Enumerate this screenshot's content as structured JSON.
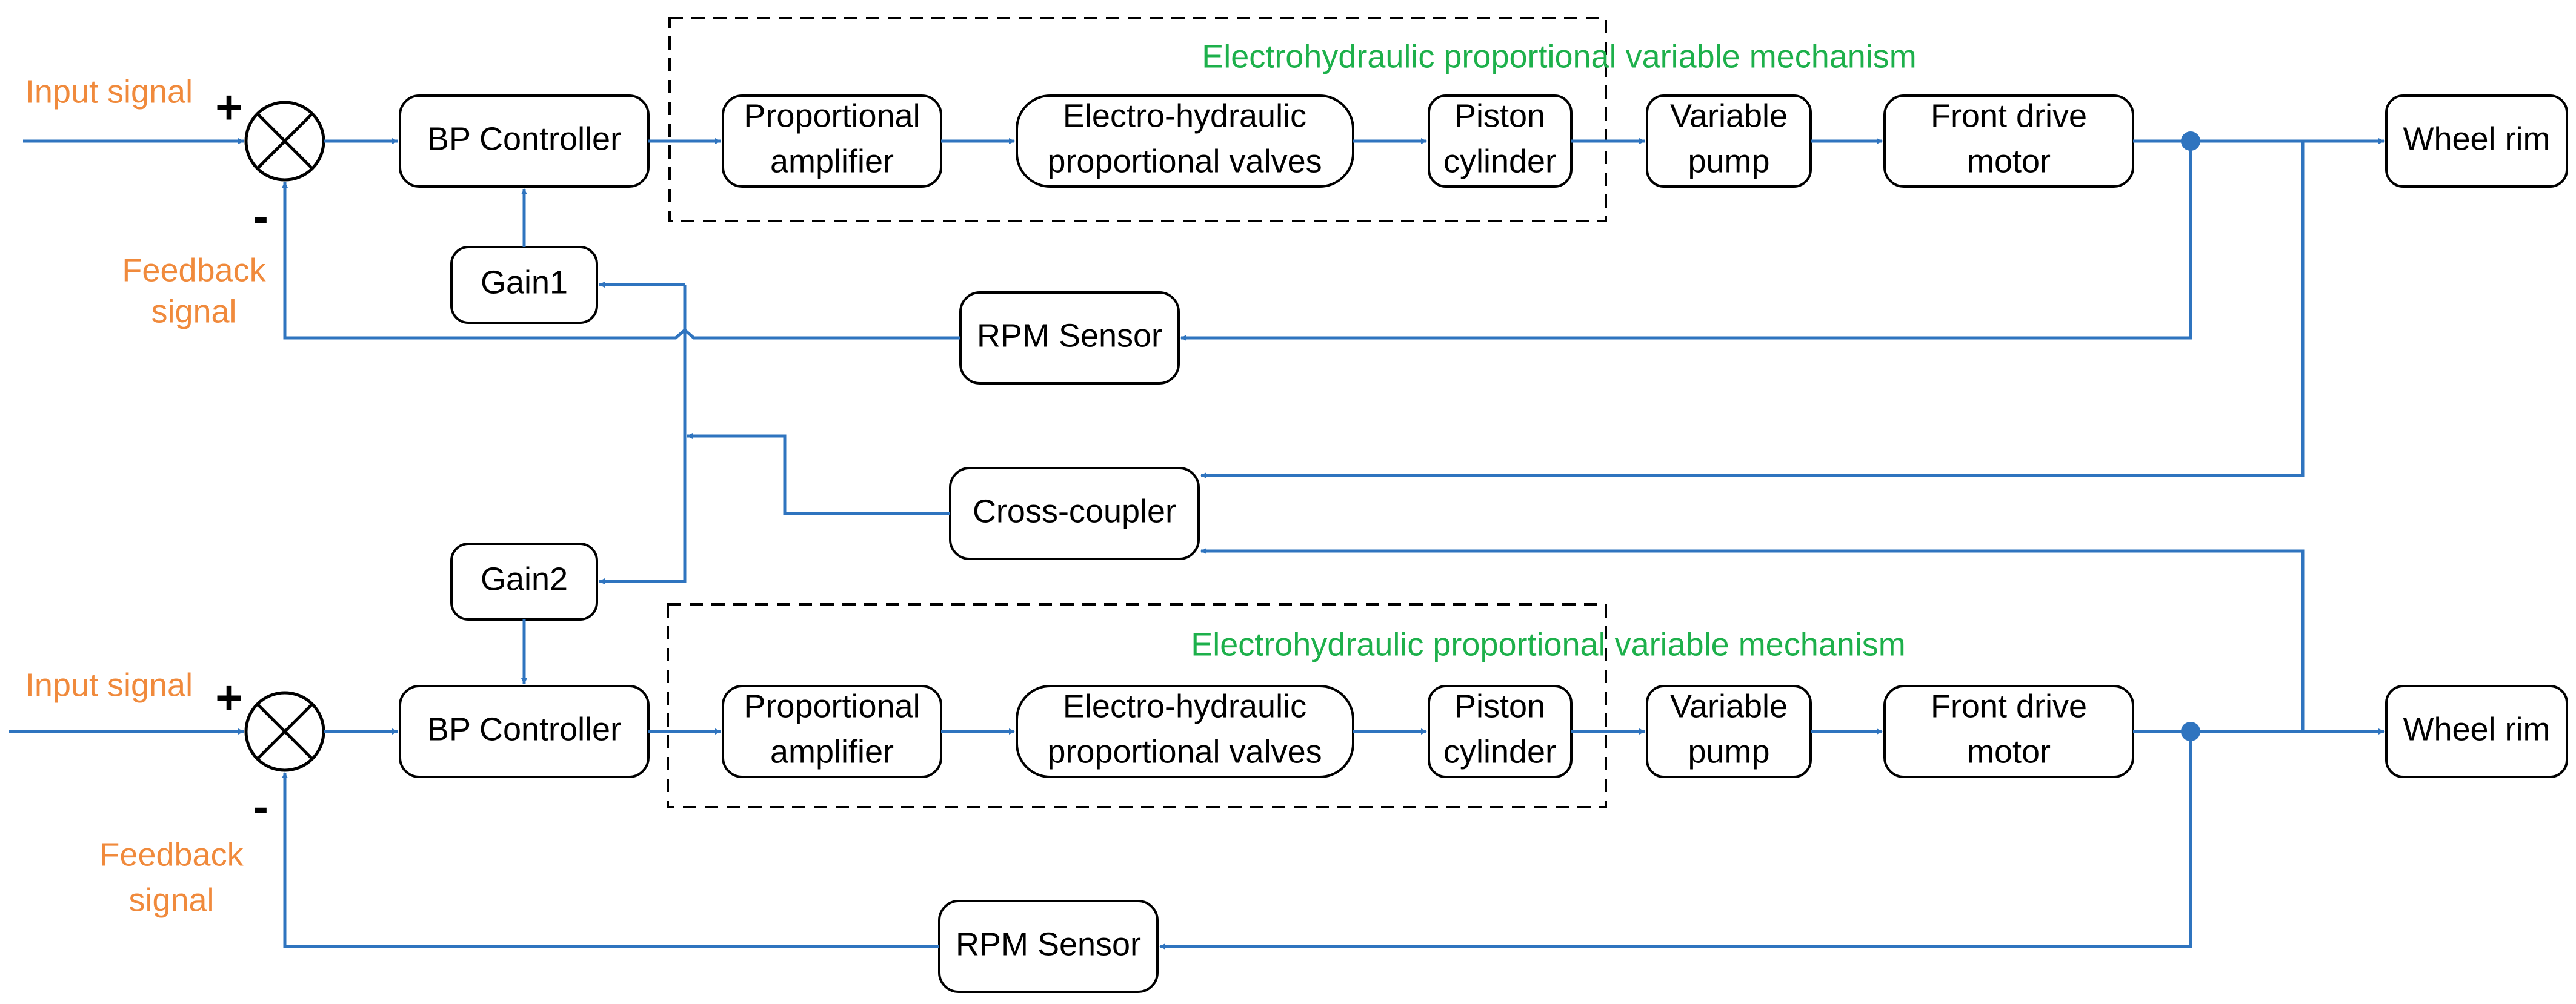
{
  "colors": {
    "wire": "#2f74bf",
    "signal_label": "#f08a3c",
    "mechanism_label": "#1db04b",
    "block_border": "#000000"
  },
  "signs": {
    "plus": "+",
    "minus": "-"
  },
  "upper": {
    "input_label": "Input signal",
    "feedback_line1": "Feedback",
    "feedback_line2": "signal",
    "controller": "BP Controller",
    "mechanism_title": "Electrohydraulic proportional variable mechanism",
    "amp_line1": "Proportional",
    "amp_line2": "amplifier",
    "valve_line1": "Electro-hydraulic",
    "valve_line2": "proportional valves",
    "piston_line1": "Piston",
    "piston_line2": "cylinder",
    "pump_line1": "Variable",
    "pump_line2": "pump",
    "motor_line1": "Front drive",
    "motor_line2": "motor",
    "wheel": "Wheel rim",
    "sensor": "RPM Sensor",
    "gain": "Gain1"
  },
  "middle": {
    "coupler": "Cross-coupler"
  },
  "lower": {
    "input_label": "Input signal",
    "feedback_line1": "Feedback",
    "feedback_line2": "signal",
    "controller": "BP Controller",
    "mechanism_title": "Electrohydraulic proportional variable mechanism",
    "amp_line1": "Proportional",
    "amp_line2": "amplifier",
    "valve_line1": "Electro-hydraulic",
    "valve_line2": "proportional valves",
    "piston_line1": "Piston",
    "piston_line2": "cylinder",
    "pump_line1": "Variable",
    "pump_line2": "pump",
    "motor_line1": "Front drive",
    "motor_line2": "motor",
    "wheel": "Wheel rim",
    "sensor": "RPM Sensor",
    "gain": "Gain2"
  }
}
